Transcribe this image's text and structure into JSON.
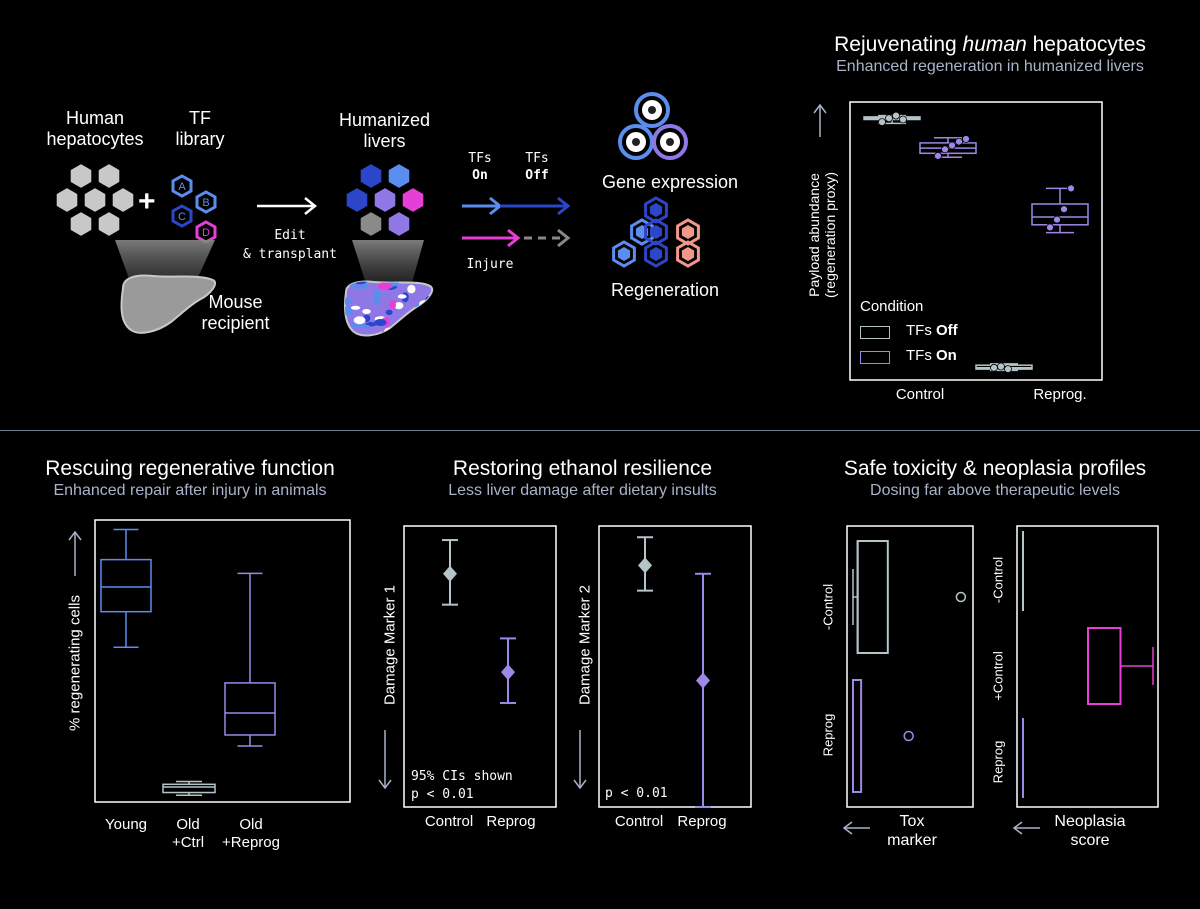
{
  "workflow": {
    "human_hepatocytes": [
      "Human",
      "hepatocytes"
    ],
    "tf_library": [
      "TF",
      "library"
    ],
    "tf_letters": [
      "A",
      "B",
      "C",
      "D"
    ],
    "plus": "+",
    "mouse_recipient": [
      "Mouse",
      "recipient"
    ],
    "edit_transplant": [
      "Edit",
      "& transplant"
    ],
    "humanized_livers": [
      "Humanized",
      "livers"
    ],
    "tfs_on": [
      "TFs",
      "On"
    ],
    "tfs_off": [
      "TFs",
      "Off"
    ],
    "injure": "Injure",
    "gene_expression": "Gene expression",
    "regeneration": "Regeneration",
    "colors": {
      "gray": "#c8c8c8",
      "blue": "#5b8def",
      "navy": "#2c46c9",
      "magenta": "#e63fd6",
      "purple": "#8f78e6",
      "salmon": "#f2978a",
      "light_gray": "#b4c4c8"
    }
  },
  "panel_rejuvenating": {
    "title_pre": "Rejuvenating ",
    "title_em": "human",
    "title_post": " hepatocytes",
    "subtitle": "Enhanced regeneration in humanized livers",
    "ylabel": [
      "Payload abundance",
      "(regeneration proxy)"
    ],
    "legend_title": "Condition",
    "legend": [
      {
        "pre": "TFs ",
        "bold": "Off"
      },
      {
        "pre": "TFs ",
        "bold": "On"
      }
    ],
    "xticks": [
      "Control",
      "Reprog."
    ]
  },
  "panel_rescuing": {
    "title": "Rescuing regenerative function",
    "subtitle": "Enhanced repair after injury in animals",
    "ylabel": "% regenerating cells",
    "xticks": [
      [
        "Young"
      ],
      [
        "Old",
        "+Ctrl"
      ],
      [
        "Old",
        "+Reprog"
      ]
    ]
  },
  "panel_ethanol": {
    "title": "Restoring ethanol resilience",
    "subtitle": "Less liver damage after dietary insults",
    "left": {
      "ylabel": "Damage Marker 1",
      "note": [
        "95% CIs shown",
        "p < 0.01"
      ],
      "xticks": [
        "Control",
        "Reprog"
      ]
    },
    "right": {
      "ylabel": "Damage Marker 2",
      "note": [
        "p < 0.01"
      ],
      "xticks": [
        "Control",
        "Reprog"
      ]
    }
  },
  "panel_safety": {
    "title": "Safe toxicity & neoplasia profiles",
    "subtitle": "Dosing far above therapeutic levels",
    "left": {
      "yticks": [
        "-Control",
        "Reprog"
      ],
      "xlabel": [
        "Tox",
        "marker"
      ]
    },
    "right": {
      "yticks": [
        "-Control",
        "+Control",
        "Reprog"
      ],
      "xlabel": [
        "Neoplasia",
        "score"
      ]
    }
  },
  "chart_data": [
    {
      "type": "box",
      "title": "Rejuvenating human hepatocytes",
      "categories": [
        "Control",
        "Reprog."
      ],
      "series": [
        {
          "name": "TFs Off",
          "color": "#b4c4c8",
          "boxes": [
            {
              "category": "Control",
              "min": 0.96,
              "q1": 0.975,
              "median": 0.98,
              "q3": 0.985,
              "max": 0.99,
              "points": [
                0.965,
                0.98,
                0.99,
                0.975
              ]
            },
            {
              "category": "Reprog.",
              "min": 0.01,
              "q1": 0.015,
              "median": 0.02,
              "q3": 0.03,
              "max": 0.035,
              "points": [
                0.02,
                0.025,
                0.015
              ]
            }
          ]
        },
        {
          "name": "TFs On",
          "color": "#9d88e8",
          "boxes": [
            {
              "category": "Control",
              "min": 0.83,
              "q1": 0.845,
              "median": 0.865,
              "q3": 0.885,
              "max": 0.905,
              "points": [
                0.835,
                0.86,
                0.875,
                0.89,
                0.9
              ]
            },
            {
              "category": "Reprog.",
              "min": 0.54,
              "q1": 0.57,
              "median": 0.6,
              "q3": 0.65,
              "max": 0.71,
              "points": [
                0.56,
                0.59,
                0.63,
                0.71
              ]
            }
          ]
        }
      ],
      "ylim": [
        0,
        1
      ]
    },
    {
      "type": "box",
      "title": "Rescuing regenerative function",
      "categories": [
        "Young",
        "Old +Ctrl",
        "Old +Reprog"
      ],
      "colors": [
        "#5b8def",
        "#b4c4c8",
        "#9d88e8"
      ],
      "boxes": [
        {
          "min": 0.55,
          "q1": 0.68,
          "median": 0.77,
          "q3": 0.87,
          "max": 0.98
        },
        {
          "min": 0.01,
          "q1": 0.02,
          "median": 0.04,
          "q3": 0.05,
          "max": 0.06
        },
        {
          "min": 0.19,
          "q1": 0.23,
          "median": 0.31,
          "q3": 0.42,
          "max": 0.82
        }
      ],
      "ylim": [
        0,
        1
      ]
    },
    {
      "type": "errorbar",
      "title": "Damage Marker 1",
      "categories": [
        "Control",
        "Reprog"
      ],
      "colors": [
        "#b4c4c8",
        "#9d88e8"
      ],
      "points": [
        {
          "mean": 0.83,
          "low": 0.72,
          "high": 0.95
        },
        {
          "mean": 0.48,
          "low": 0.37,
          "high": 0.6
        }
      ],
      "ylim": [
        0,
        1
      ]
    },
    {
      "type": "errorbar",
      "title": "Damage Marker 2",
      "categories": [
        "Control",
        "Reprog"
      ],
      "colors": [
        "#b4c4c8",
        "#9d88e8"
      ],
      "points": [
        {
          "mean": 0.86,
          "low": 0.77,
          "high": 0.96
        },
        {
          "mean": 0.45,
          "low": 0.0,
          "high": 0.83
        }
      ],
      "ylim": [
        0,
        1
      ]
    },
    {
      "type": "box",
      "orientation": "horizontal",
      "title": "Tox marker",
      "categories": [
        "-Control",
        "Reprog"
      ],
      "colors": [
        "#b4c4c8",
        "#9d88e8"
      ],
      "boxes": [
        {
          "min": 0.0,
          "q1": 0.04,
          "median": 0.04,
          "q3": 0.3,
          "max": 0.3,
          "outliers": [
            0.93
          ]
        },
        {
          "min": 0.0,
          "q1": 0.0,
          "median": 0.0,
          "q3": 0.07,
          "max": 0.07,
          "outliers": [
            0.48
          ]
        }
      ],
      "xlim": [
        0,
        1
      ]
    },
    {
      "type": "box",
      "orientation": "horizontal",
      "title": "Neoplasia score",
      "categories": [
        "-Control",
        "+Control",
        "Reprog"
      ],
      "colors": [
        "#b4c4c8",
        "#e63fd6",
        "#9d88e8"
      ],
      "boxes": [
        {
          "min": 0.0,
          "q1": 0.0,
          "median": 0.0,
          "q3": 0.0,
          "max": 0.0
        },
        {
          "min": 0.5,
          "q1": 0.5,
          "median": 0.75,
          "q3": 0.75,
          "max": 1.0
        },
        {
          "min": 0.0,
          "q1": 0.0,
          "median": 0.0,
          "q3": 0.0,
          "max": 0.0
        }
      ],
      "xlim": [
        0,
        1
      ]
    }
  ]
}
